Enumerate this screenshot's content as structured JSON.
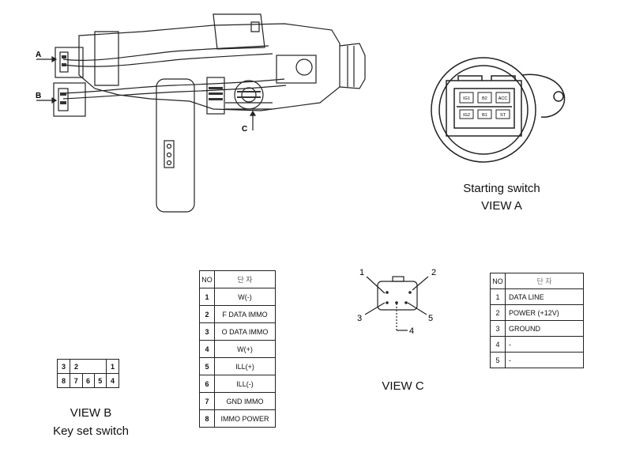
{
  "assembly": {
    "arrow_a": "A",
    "arrow_b": "B",
    "arrow_c": "C"
  },
  "view_a": {
    "pins_top": [
      "IG1",
      "B2",
      "ACC"
    ],
    "pins_bottom": [
      "IG2",
      "B1",
      "ST"
    ],
    "caption_line1": "Starting switch",
    "caption_line2": "VIEW A"
  },
  "view_b": {
    "connector_row1": [
      "3",
      "2",
      "",
      "",
      "1"
    ],
    "connector_row2": [
      "8",
      "7",
      "6",
      "5",
      "4"
    ],
    "caption_line1": "VIEW  B",
    "caption_line2": "Key set switch",
    "table": {
      "header_no": "NO",
      "header_terminal": "단 자",
      "rows": [
        {
          "no": "1",
          "name": "W(-)"
        },
        {
          "no": "2",
          "name": "F DATA IMMO"
        },
        {
          "no": "3",
          "name": "O DATA IMMO"
        },
        {
          "no": "4",
          "name": "W(+)"
        },
        {
          "no": "5",
          "name": "ILL(+)"
        },
        {
          "no": "6",
          "name": "ILL(-)"
        },
        {
          "no": "7",
          "name": "GND IMMO"
        },
        {
          "no": "8",
          "name": "IMMO POWER"
        }
      ]
    }
  },
  "view_c": {
    "pin_labels": [
      "1",
      "2",
      "3",
      "4",
      "5"
    ],
    "caption": "VIEW  C",
    "table": {
      "header_no": "NO",
      "header_terminal": "단 자",
      "rows": [
        {
          "no": "1",
          "name": "DATA LINE"
        },
        {
          "no": "2",
          "name": "POWER (+12V)"
        },
        {
          "no": "3",
          "name": "GROUND"
        },
        {
          "no": "4",
          "name": "-"
        },
        {
          "no": "5",
          "name": "-"
        }
      ]
    }
  }
}
